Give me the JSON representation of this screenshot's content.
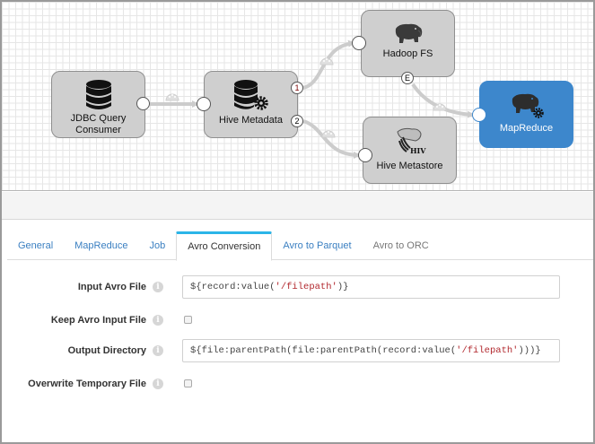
{
  "pipeline": {
    "nodes": [
      {
        "id": "jdbc",
        "label": "JDBC Query Consumer",
        "icon": "database-icon",
        "selected": false
      },
      {
        "id": "hive-metadata",
        "label": "Hive Metadata",
        "icon": "database-gear-icon",
        "selected": false,
        "outputs": [
          "1",
          "2"
        ]
      },
      {
        "id": "hadoop-fs",
        "label": "Hadoop FS",
        "icon": "hadoop-elephant-icon",
        "selected": false,
        "event_port": "E"
      },
      {
        "id": "hive-metastore",
        "label": "Hive Metastore",
        "icon": "hive-icon",
        "selected": false
      },
      {
        "id": "mapreduce",
        "label": "MapReduce",
        "icon": "hadoop-elephant-gear-icon",
        "selected": true
      }
    ],
    "links": [
      {
        "from": "jdbc",
        "to": "hive-metadata"
      },
      {
        "from": "hive-metadata:1",
        "to": "hadoop-fs"
      },
      {
        "from": "hive-metadata:2",
        "to": "hive-metastore"
      },
      {
        "from": "hadoop-fs:E",
        "to": "mapreduce"
      }
    ],
    "colors": {
      "selected_node": "#3d87cc",
      "node": "#cfcfcf",
      "link": "#cccccc"
    }
  },
  "tabs": [
    {
      "label": "General",
      "state": "link"
    },
    {
      "label": "MapReduce",
      "state": "link"
    },
    {
      "label": "Job",
      "state": "link"
    },
    {
      "label": "Avro Conversion",
      "state": "active"
    },
    {
      "label": "Avro to Parquet",
      "state": "link"
    },
    {
      "label": "Avro to ORC",
      "state": "disabled"
    }
  ],
  "form": {
    "input_avro_file": {
      "label": "Input Avro File",
      "value_prefix": "${record:value(",
      "value_string": "'/filepath'",
      "value_suffix": ")}"
    },
    "keep_avro_input_file": {
      "label": "Keep Avro Input File",
      "checked": false
    },
    "output_directory": {
      "label": "Output Directory",
      "value_prefix": "${file:parentPath(file:parentPath(record:value(",
      "value_string": "'/filepath'",
      "value_suffix": ")))}"
    },
    "overwrite_temporary_file": {
      "label": "Overwrite Temporary File",
      "checked": false
    },
    "info_glyph": "i"
  }
}
